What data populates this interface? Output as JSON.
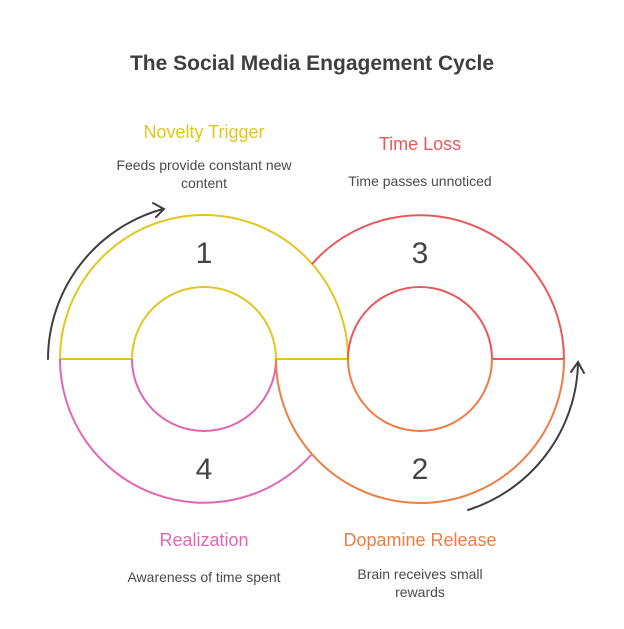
{
  "title": "The Social Media Engagement Cycle",
  "colors": {
    "yellow": "#e2c61f",
    "red": "#e8585a",
    "orange": "#ea7e45",
    "pink": "#e066b5",
    "arrow": "#3f3f3f",
    "text": "#4a4a4a"
  },
  "stages": [
    {
      "number": "1",
      "label": "Novelty Trigger",
      "description": "Feeds provide constant new content",
      "color": "#e2c61f"
    },
    {
      "number": "2",
      "label": "Dopamine Release",
      "description": "Brain receives small rewards",
      "color": "#ea7e45"
    },
    {
      "number": "3",
      "label": "Time Loss",
      "description": "Time passes unnoticed",
      "color": "#e8585a"
    },
    {
      "number": "4",
      "label": "Realization",
      "description": "Awareness of time spent",
      "color": "#e066b5"
    }
  ],
  "icons": [
    "cycle-arrow-icon",
    "cycle-arrow-icon"
  ]
}
